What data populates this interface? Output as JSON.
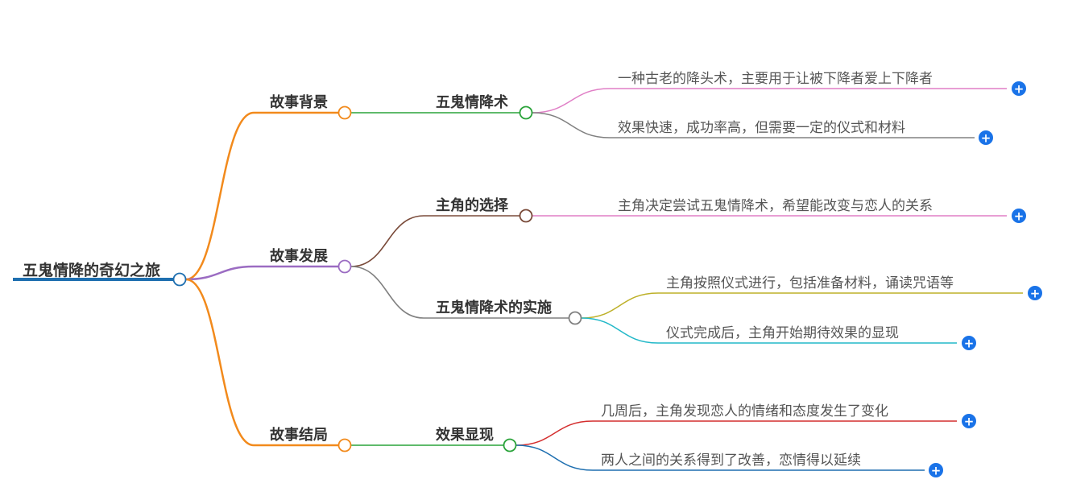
{
  "root": {
    "label": "五鬼情降的奇幻之旅",
    "color": "#1e6fb0"
  },
  "branches": [
    {
      "label": "故事背景",
      "color": "#f28a1c",
      "children": [
        {
          "label": "五鬼情降术",
          "color": "#2aa33a",
          "leaves": [
            {
              "label": "一种古老的降头术，主要用于让被下降者爱上下降者",
              "color": "#e07fc6"
            },
            {
              "label": "效果快速，成功率高，但需要一定的仪式和材料",
              "color": "#808080"
            }
          ]
        }
      ]
    },
    {
      "label": "故事发展",
      "color": "#9b6cc2",
      "children": [
        {
          "label": "主角的选择",
          "color": "#7a4b3a",
          "leaves": [
            {
              "label": "主角决定尝试五鬼情降术，希望能改变与恋人的关系",
              "color": "#e07fc6"
            }
          ]
        },
        {
          "label": "五鬼情降术的实施",
          "color": "#808080",
          "leaves": [
            {
              "label": "主角按照仪式进行，包括准备材料，诵读咒语等",
              "color": "#bdb028"
            },
            {
              "label": "仪式完成后，主角开始期待效果的显现",
              "color": "#22b8c8"
            }
          ]
        }
      ]
    },
    {
      "label": "故事结局",
      "color": "#f28a1c",
      "children": [
        {
          "label": "效果显现",
          "color": "#2aa33a",
          "leaves": [
            {
              "label": "几周后，主角发现恋人的情绪和态度发生了变化",
              "color": "#d42e2e"
            },
            {
              "label": "两人之间的关系得到了改善，恋情得以延续",
              "color": "#1e6fb0"
            }
          ]
        }
      ]
    }
  ],
  "expand_icon": {
    "symbol": "+",
    "color": "#1a73e8",
    "icon": "plus-icon"
  }
}
